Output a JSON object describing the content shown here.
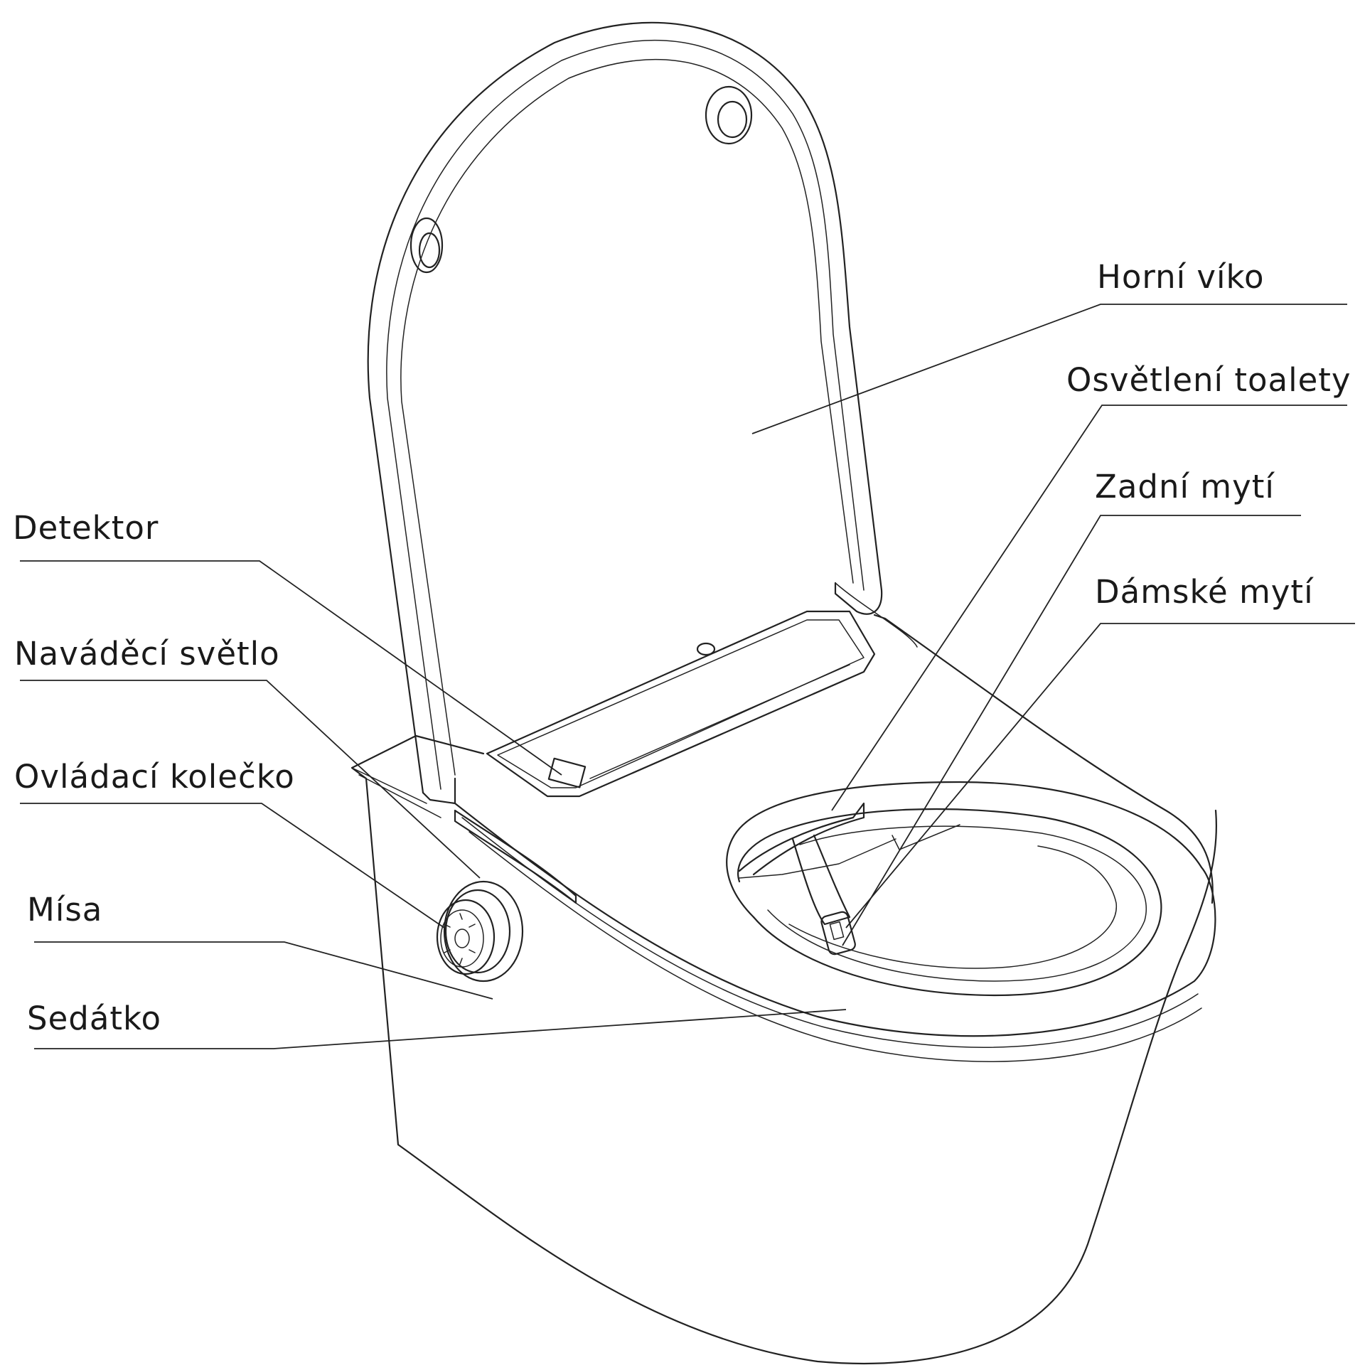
{
  "labels": {
    "horni_viko": "Horní víko",
    "osvetleni": "Osvětlení toalety",
    "zadni_myti": "Zadní mytí",
    "damske_myti": "Dámské mytí",
    "detektor": "Detektor",
    "navadeci_svetlo": "Naváděcí  světlo",
    "ovladaci_kolecko": "Ovládací  kolečko",
    "misa": "Mísa",
    "sedatko": "Sedátko"
  }
}
